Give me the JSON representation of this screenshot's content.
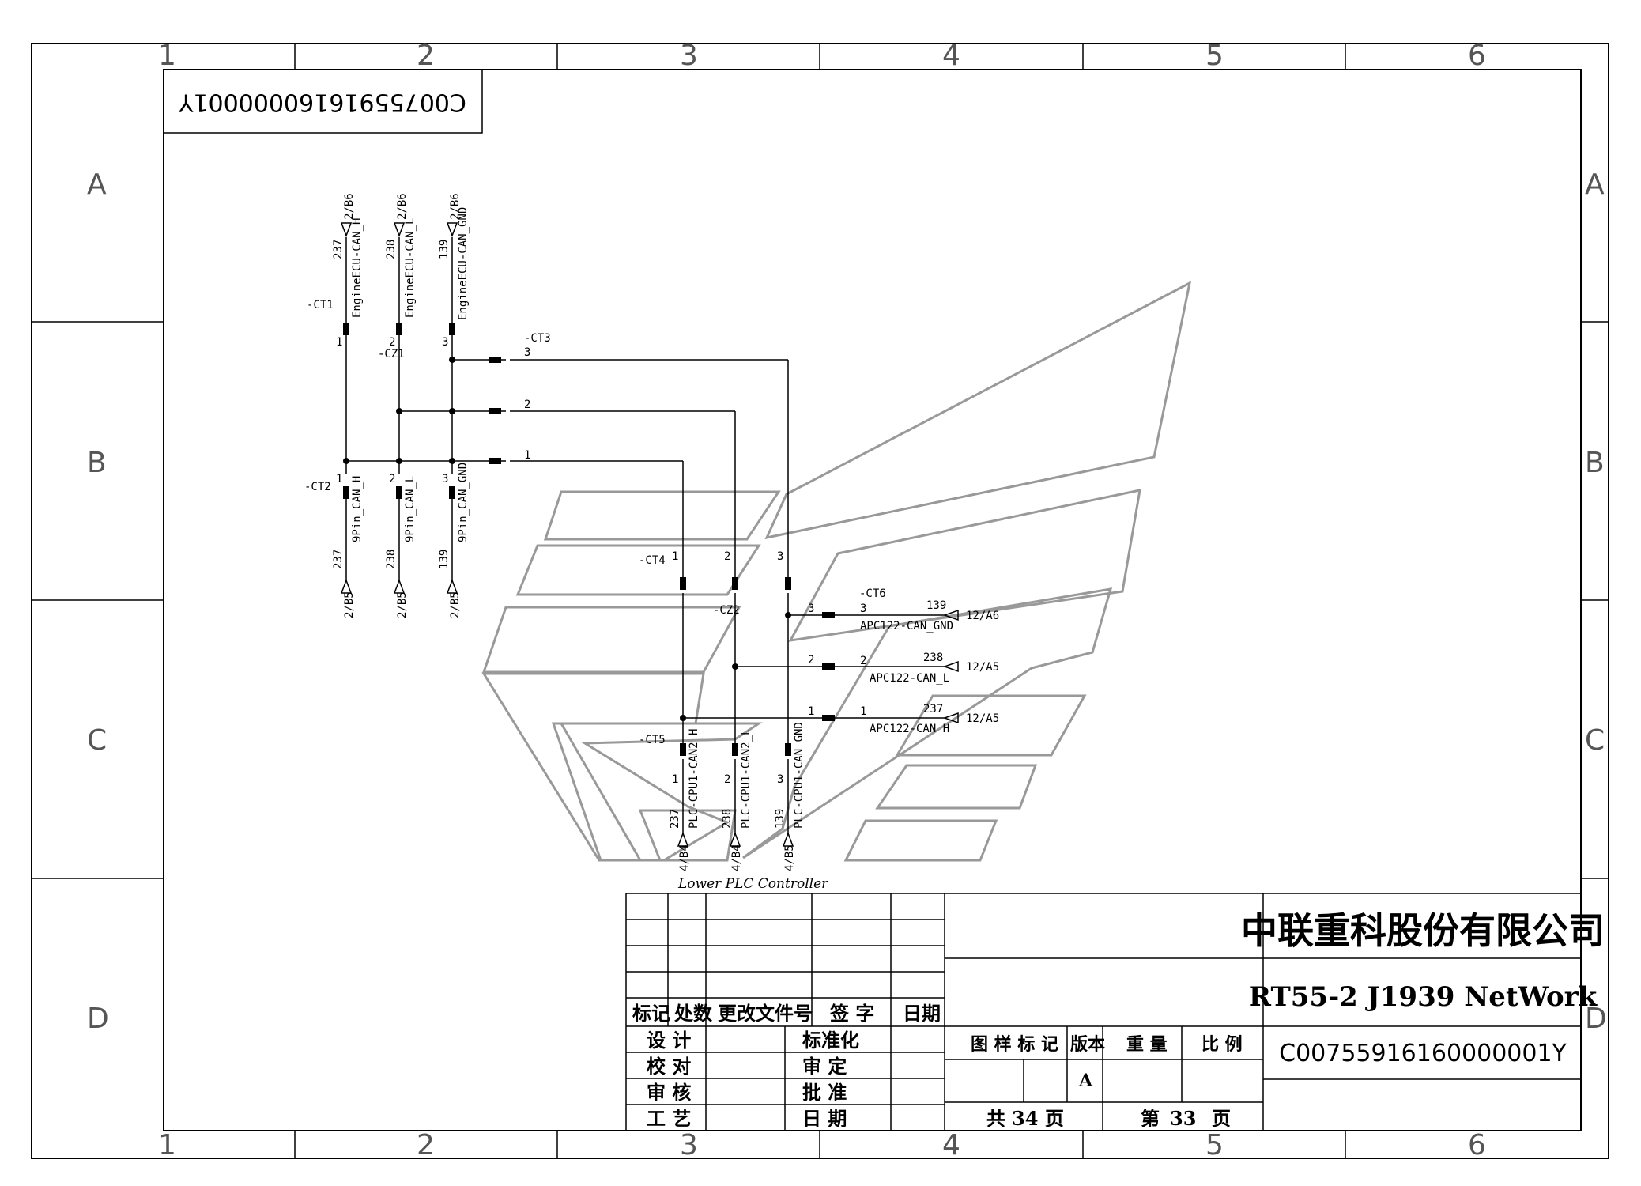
{
  "zones": {
    "columns": [
      "1",
      "2",
      "3",
      "4",
      "5",
      "6"
    ],
    "rows": [
      "A",
      "B",
      "C",
      "D"
    ]
  },
  "drawing_number_mirrored": "C00755916160000001Y",
  "connectors": {
    "ct1": "-CT1",
    "cz1": "-CZ1",
    "ct2": "-CT2",
    "ct3": "-CT3",
    "ct4": "-CT4",
    "cz2": "-CZ2",
    "ct5": "-CT5",
    "ct6": "-CT6"
  },
  "top_wires": [
    {
      "wire": "237",
      "signal": "EngineECU-CAN_H",
      "ref": "2/B6",
      "pin": "1"
    },
    {
      "wire": "238",
      "signal": "EngineECU-CAN_L",
      "ref": "2/B6",
      "pin": "2"
    },
    {
      "wire": "139",
      "signal": "EngineECU-CAN_GND",
      "ref": "2/B6",
      "pin": "3"
    }
  ],
  "bottom_wires": [
    {
      "wire": "237",
      "signal": "9Pin_CAN_H",
      "ref": "2/B5",
      "pin": "1"
    },
    {
      "wire": "238",
      "signal": "9Pin_CAN_L",
      "ref": "2/B5",
      "pin": "2"
    },
    {
      "wire": "139",
      "signal": "9Pin_CAN_GND",
      "ref": "2/B5",
      "pin": "3"
    }
  ],
  "plc_wires": [
    {
      "wire": "237",
      "signal": "PLC-CPU1-CAN2_H",
      "ref": "4/B4",
      "pin": "1"
    },
    {
      "wire": "238",
      "signal": "PLC-CPU1-CAN2_L",
      "ref": "4/B4",
      "pin": "2"
    },
    {
      "wire": "139",
      "signal": "PLC-CPU1-CAN_GND",
      "ref": "4/B5",
      "pin": "3"
    }
  ],
  "apc_wires": [
    {
      "wire": "139",
      "signal": "APC122-CAN_GND",
      "ref": "12/A6",
      "pin": "3"
    },
    {
      "wire": "238",
      "signal": "APC122-CAN_L",
      "ref": "12/A5",
      "pin": "2"
    },
    {
      "wire": "237",
      "signal": "APC122-CAN_H",
      "ref": "12/A5",
      "pin": "1"
    }
  ],
  "plc_caption": "Lower PLC Controller",
  "title_block": {
    "company": "中联重科股份有限公司",
    "drawing_title": "RT55-2 J1939 NetWork",
    "drawing_number": "C00755916160000001Y",
    "revision_headers": [
      "标记",
      "处数",
      "更改文件号",
      "签 字",
      "日期"
    ],
    "roles_left": [
      "设 计",
      "校 对",
      "审 核",
      "工 艺"
    ],
    "roles_right": [
      "标准化",
      "审 定",
      "批 准",
      "日 期"
    ],
    "info_headers": [
      "图 样 标 记",
      "版本",
      "重 量",
      "比 例"
    ],
    "version": "A",
    "total_pages_prefix": "共",
    "total_pages": "34",
    "total_pages_suffix": "页",
    "page_prefix": "第",
    "page": "33",
    "page_suffix": "页"
  },
  "colors": {
    "line": "#000000",
    "border": "#000000",
    "watermark": "#999999",
    "zone_text": "#555555"
  }
}
